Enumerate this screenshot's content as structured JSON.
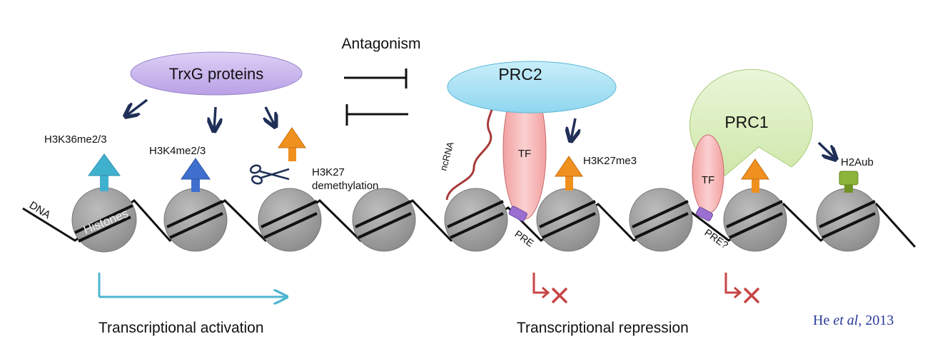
{
  "labels": {
    "trxg": "TrxG proteins",
    "antagonism": "Antagonism",
    "prc2": "PRC2",
    "prc1": "PRC1",
    "h3k36": "H3K36me2/3",
    "h3k4": "H3K4me2/3",
    "h3k27_line1": "H3K27",
    "h3k27_line2": "demethylation",
    "h3k27me3": "H3K27me3",
    "h2aub": "H2Aub",
    "dna": "DNA",
    "histones": "Histones",
    "ncrna": "ncRNA",
    "tf": "TF",
    "pre": "PRE",
    "pre_q": "PRE?",
    "activation": "Transcriptional activation",
    "repression": "Transcriptional repression"
  },
  "citation": {
    "author": "He ",
    "etal": "et al",
    "year": ", 2013"
  },
  "colors": {
    "trxg_fill": "#c9b6ec",
    "prc2_fill": "#a9e2f4",
    "prc1_fill": "#dcefc0",
    "tf_fill": "#f6a8a8",
    "histone_fill": "#a9a9a9",
    "arrow_navy": "#1f2f57",
    "activation_arrow": "#4fb5d0",
    "repression_mark": "#c74545",
    "h3k36_mark": "#3fb1cf",
    "h3k4_mark": "#3f6fcf",
    "h3k27_mark": "#f0901f",
    "h2aub_mark": "#7fa32a",
    "pre_box": "#9b6fd1",
    "ncrna": "#a83a3a"
  },
  "icons": [
    "scissors-icon",
    "blunt-arrow-icon",
    "bent-arrow-icon",
    "cross-icon"
  ]
}
